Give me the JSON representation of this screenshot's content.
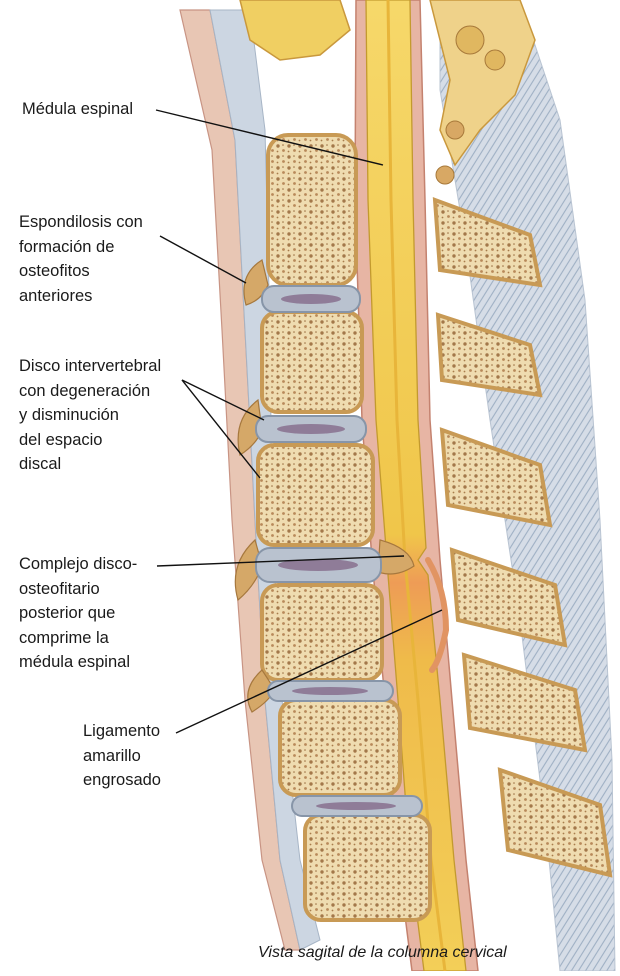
{
  "labels": {
    "medula": "Médula espinal",
    "espondilosis": "Espondilosis con\nformación de\nosteofitos\nanteriores",
    "disco": "Disco intervertebral\ncon degeneración\ny disminución\ndel espacio\ndiscal",
    "complejo": "Complejo disco-\nosteofitario\nposterior que\ncomprime la\nmédula espinal",
    "ligamento": "Ligamento\namarillo\nengrosado"
  },
  "caption": "Vista sagital de la columna cervical",
  "colors": {
    "bone": "#ecd7a6",
    "bone_edge": "#c99a52",
    "marrow": "#9c7440",
    "disc": "#b9c2cf",
    "disc_core": "#8f7c98",
    "cord": "#f2cf55",
    "cord_compressed": "#eda25a",
    "ligament": "#c9d1dc",
    "dura": "#d9a79b",
    "leader": "#111111"
  }
}
